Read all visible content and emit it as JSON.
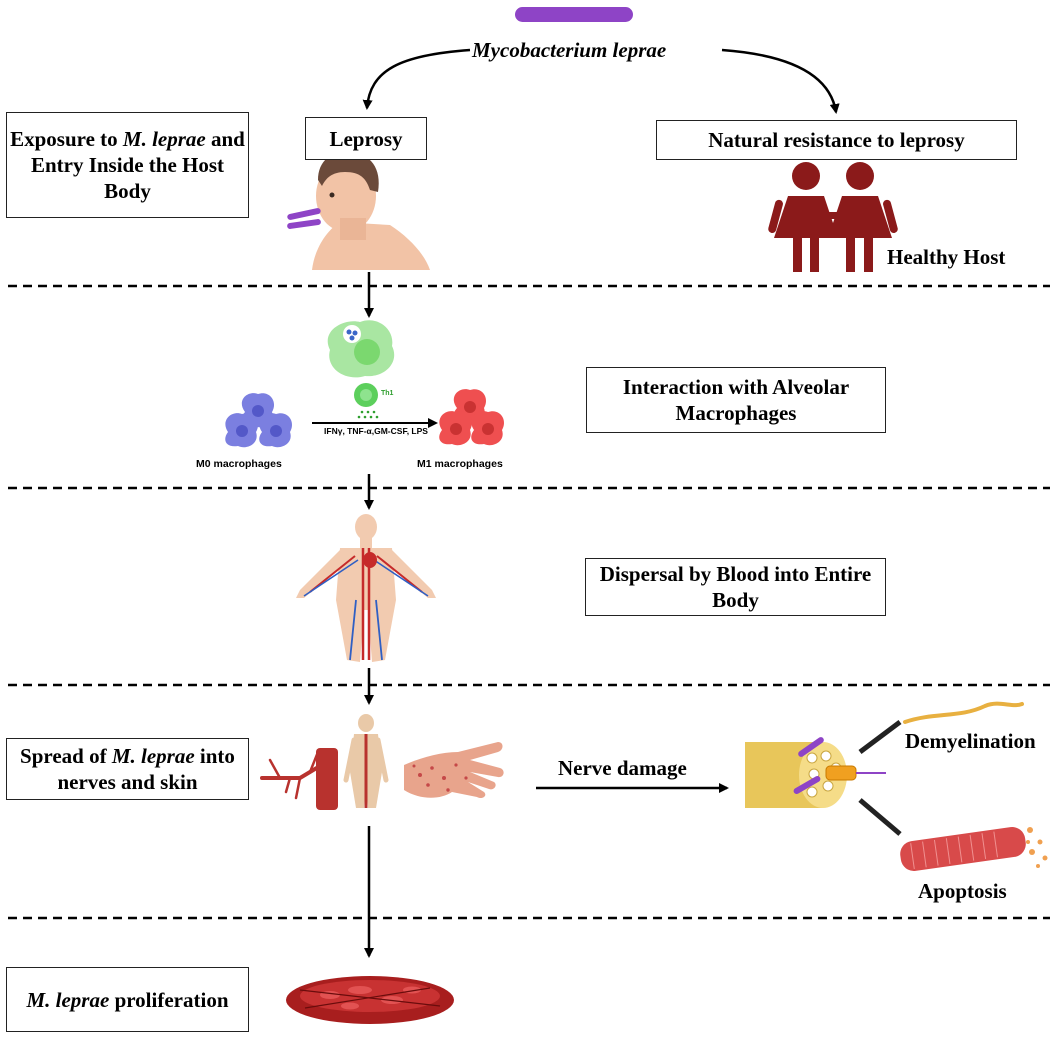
{
  "top": {
    "pathogen": "Mycobacterium leprae"
  },
  "branches": {
    "left": "Leprosy",
    "right": "Natural resistance to leprosy",
    "healthy": "Healthy Host"
  },
  "stages": [
    {
      "pre": "Exposure to ",
      "italic": "M. leprae",
      "post": " and  Entry Inside the Host Body"
    },
    {
      "text": "Interaction with Alveolar Macrophages"
    },
    {
      "text": "Dispersal by Blood into Entire Body"
    },
    {
      "pre": "Spread of  ",
      "italic": "M. leprae",
      "post": " into nerves and skin"
    },
    {
      "italic": "M. leprae",
      "post": " proliferation"
    }
  ],
  "macrophages": {
    "m0": "M0 macrophages",
    "m1": "M1 macrophages",
    "th1": "Th1",
    "cytokines": "IFNγ, TNF-α,GM-CSF, LPS"
  },
  "nerve": {
    "arrow_label": "Nerve damage",
    "outcome_top": "Demyelination",
    "outcome_bottom": "Apoptosis"
  },
  "colors": {
    "bacterium": "#8e44c6",
    "macrophage_m0": "#7b7fe0",
    "macrophage_m1": "#ef4f50",
    "th1": "#5ccf5c",
    "healthy_host": "#8b1a1a",
    "muscle": "#b82e2e",
    "nerve": "#e8c65a"
  }
}
